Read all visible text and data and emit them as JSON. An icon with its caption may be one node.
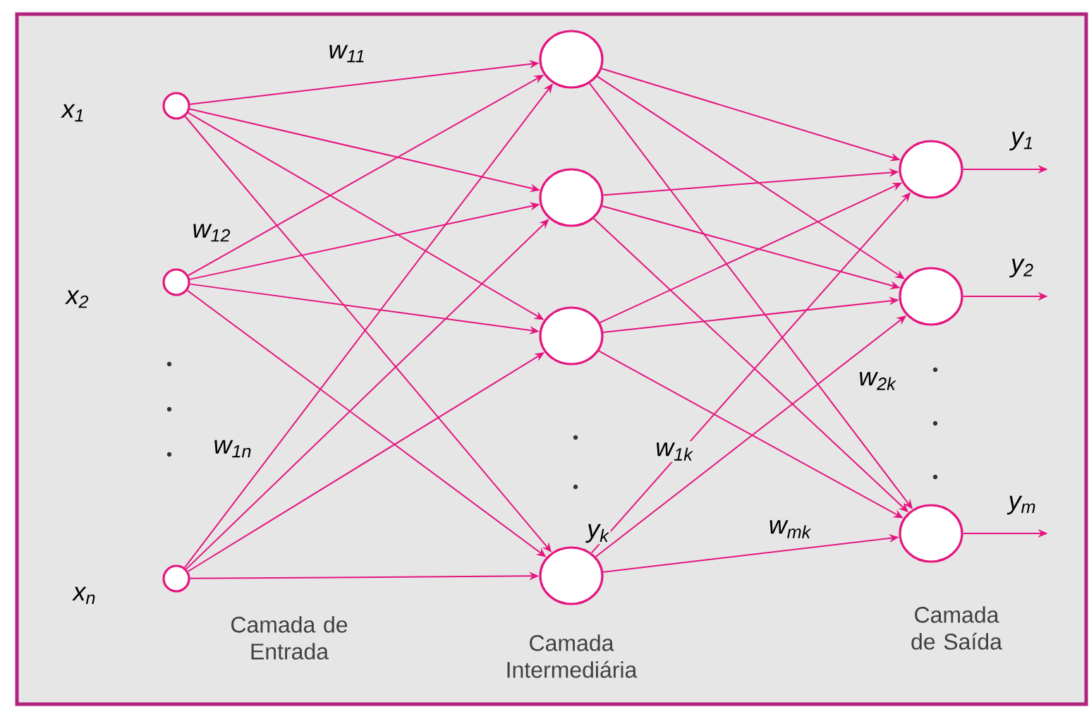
{
  "diagram": {
    "nodes": [
      {
        "text": [],
        "shape": "circle",
        "beside": [
          "x$_{1}$"
        ]
      },
      {
        "text": [],
        "shape": "circle",
        "beside": [
          "x$_{2}$"
        ]
      },
      {
        "text": [],
        "shape": "circle",
        "beside": [
          "x$_{n}$"
        ]
      },
      {
        "text": [],
        "shape": "circle"
      },
      {
        "text": [],
        "shape": "circle"
      },
      {
        "text": [],
        "shape": "circle"
      },
      {
        "text": [],
        "shape": "circle",
        "beside": [
          "y$_{k}$"
        ]
      },
      {
        "text": [],
        "shape": "circle"
      },
      {
        "text": [],
        "shape": "circle"
      },
      {
        "text": [],
        "shape": "circle"
      }
    ],
    "edges": [
      {
        "from": 0,
        "to": 3,
        "arrow": "to"
      },
      {
        "from": 0,
        "to": 4,
        "arrow": "to"
      },
      {
        "from": 0,
        "to": 5,
        "arrow": "to"
      },
      {
        "from": 0,
        "to": 6,
        "arrow": "to"
      },
      {
        "from": 1,
        "to": 3,
        "arrow": "to"
      },
      {
        "from": 1,
        "to": 4,
        "arrow": "to"
      },
      {
        "from": 1,
        "to": 5,
        "arrow": "to"
      },
      {
        "from": 1,
        "to": 6,
        "arrow": "to"
      },
      {
        "from": 2,
        "to": 3,
        "arrow": "to"
      },
      {
        "from": 2,
        "to": 4,
        "arrow": "to"
      },
      {
        "from": 2,
        "to": 5,
        "arrow": "to"
      },
      {
        "from": 2,
        "to": 6,
        "arrow": "to"
      },
      {
        "from": 3,
        "to": 7,
        "arrow": "to"
      },
      {
        "from": 3,
        "to": 8,
        "arrow": "to"
      },
      {
        "from": 3,
        "to": 9,
        "arrow": "to"
      },
      {
        "from": 4,
        "to": 7,
        "arrow": "to"
      },
      {
        "from": 4,
        "to": 8,
        "arrow": "to"
      },
      {
        "from": 4,
        "to": 9,
        "arrow": "to"
      },
      {
        "from": 5,
        "to": 7,
        "arrow": "to"
      },
      {
        "from": 5,
        "to": 8,
        "arrow": "to"
      },
      {
        "from": 5,
        "to": 9,
        "arrow": "to"
      },
      {
        "from": 6,
        "to": 7,
        "arrow": "to"
      },
      {
        "from": 6,
        "to": 8,
        "arrow": "to"
      },
      {
        "from": 6,
        "to": 9,
        "arrow": "to"
      },
      {
        "from": 7,
        "to": null,
        "arrow": "to",
        "label": "y$_{1}$"
      },
      {
        "from": 8,
        "to": null,
        "arrow": "to",
        "label": "y$_{2}$"
      },
      {
        "from": 9,
        "to": null,
        "arrow": "to",
        "label": "y$_{m}$"
      }
    ],
    "labels": [
      "w$_{11}$",
      "w$_{12}$",
      "w$_{1n}$",
      "w$_{1k}$",
      "w$_{2k}$",
      "w$_{mk}$",
      "Camada de Entrada",
      "Camada Intermediária",
      "Camada de Saída"
    ]
  }
}
